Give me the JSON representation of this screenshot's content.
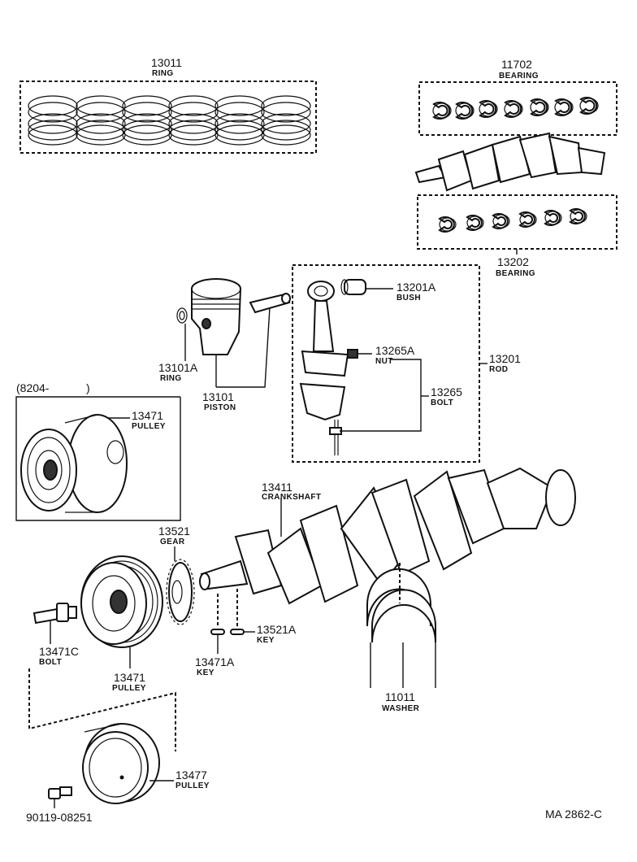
{
  "diagram_code": "MA  2862-C",
  "callouts": {
    "ring_set": {
      "number": "13011",
      "name": "RING"
    },
    "main_bearing_upper": {
      "number": "11702",
      "name": "BEARING"
    },
    "rod_bearing": {
      "number": "13202",
      "name": "BEARING"
    },
    "bush": {
      "number": "13201A",
      "name": "BUSH"
    },
    "nut": {
      "number": "13265A",
      "name": "NUT"
    },
    "rod": {
      "number": "13201",
      "name": "ROD"
    },
    "bolt_rod": {
      "number": "13265",
      "name": "BOLT"
    },
    "snap_ring": {
      "number": "13101A",
      "name": "RING"
    },
    "piston": {
      "number": "13101",
      "name": "PISTON"
    },
    "serial_range": "(8204-",
    "serial_range_close": ")",
    "pulley_alt": {
      "number": "13471",
      "name": "PULLEY"
    },
    "crankshaft": {
      "number": "13411",
      "name": "CRANKSHAFT"
    },
    "gear": {
      "number": "13521",
      "name": "GEAR"
    },
    "key_gear": {
      "number": "13521A",
      "name": "KEY"
    },
    "key_pulley": {
      "number": "13471A",
      "name": "KEY"
    },
    "bolt_pulley": {
      "number": "13471C",
      "name": "BOLT"
    },
    "pulley_main": {
      "number": "13471",
      "name": "PULLEY"
    },
    "washer": {
      "number": "11011",
      "name": "WASHER"
    },
    "pulley_small": {
      "number": "13477",
      "name": "PULLEY"
    },
    "bolt_small": {
      "number": "90119-08251"
    }
  }
}
